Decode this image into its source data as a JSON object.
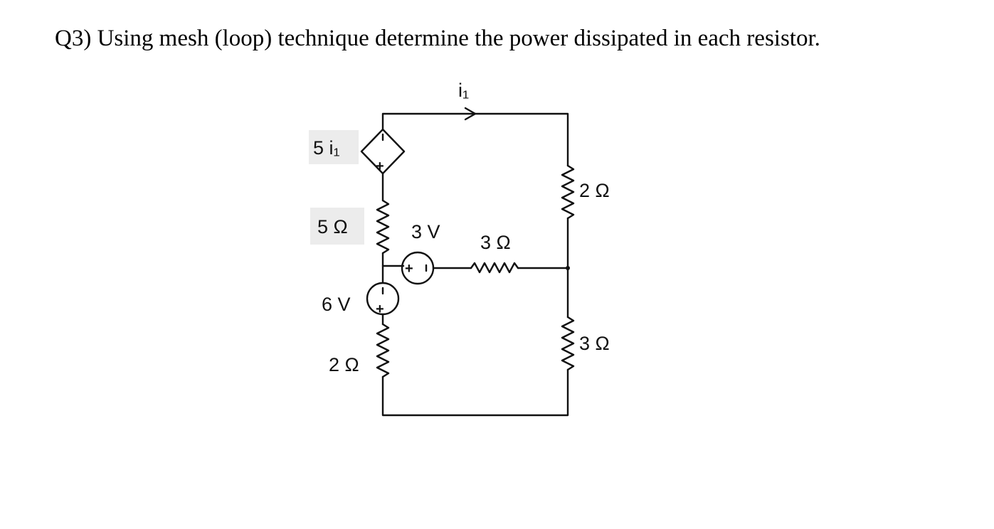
{
  "question": {
    "text": "Q3) Using mesh (loop) technique determine the power dissipated in each resistor."
  },
  "circuit": {
    "current_label": "i₁",
    "dependent_source": {
      "label": "5 i₁",
      "plus": "+",
      "minus": "-"
    },
    "resistor_left_top": {
      "label": "5 Ω"
    },
    "source_middle": {
      "label": "3 V",
      "plus": "+",
      "minus": "-"
    },
    "resistor_middle": {
      "label": "3 Ω"
    },
    "source_left_bottom": {
      "label": "6 V",
      "plus": "+",
      "minus": "-"
    },
    "resistor_left_bottom": {
      "label": "2 Ω"
    },
    "resistor_right_top": {
      "label": "2 Ω"
    },
    "resistor_right_bottom": {
      "label": "3 Ω"
    }
  }
}
